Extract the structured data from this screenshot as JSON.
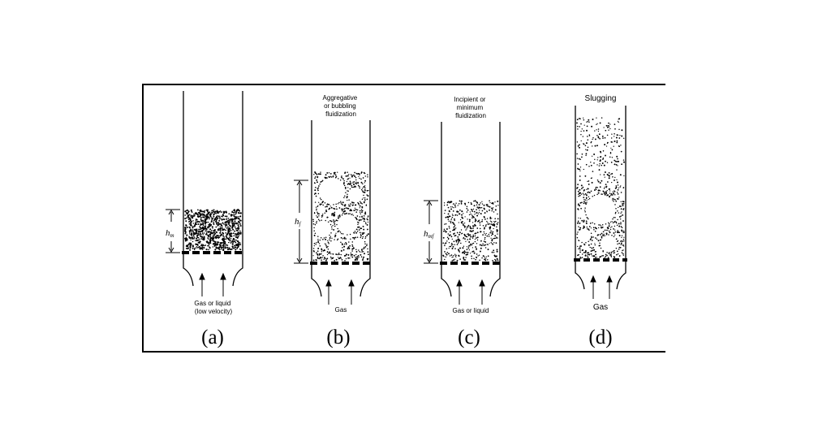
{
  "panels": [
    {
      "id": "a",
      "caption": "(a)",
      "flow_label": [
        "Gas or liquid",
        "(low velocity)"
      ],
      "height_symbol": "h",
      "height_subscript": "m"
    },
    {
      "id": "b",
      "caption": "(b)",
      "title": [
        "Aggregative",
        "or bubbling",
        "fluidization"
      ],
      "flow_label": [
        "Gas"
      ],
      "height_symbol": "h",
      "height_subscript": "f"
    },
    {
      "id": "c",
      "caption": "(c)",
      "title": [
        "Incipient or",
        "minimum",
        "fluidization"
      ],
      "flow_label": [
        "Gas or liquid"
      ],
      "height_symbol": "h",
      "height_subscript": "mf"
    },
    {
      "id": "d",
      "caption": "(d)",
      "title": [
        "Slugging"
      ],
      "flow_label": [
        "Gas"
      ]
    }
  ]
}
